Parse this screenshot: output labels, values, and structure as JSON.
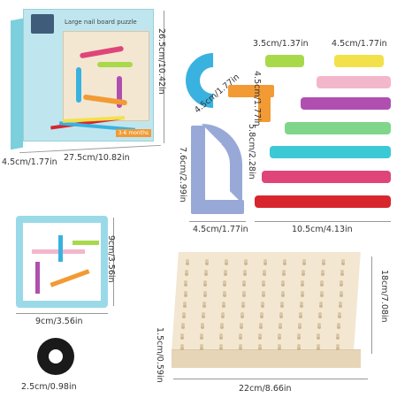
{
  "box": {
    "title": "Large nail board puzzle",
    "age_label": "3-6 months"
  },
  "dimensions": {
    "box_height": "26.5cm/10.42in",
    "box_depth": "4.5cm/1.77in",
    "box_width": "27.5cm/10.82in",
    "short_strip": "3.5cm/1.37in",
    "medium_strip": "4.5cm/1.77in",
    "arc_piece": "4.5cm/1.77in",
    "corner_piece": "4.5cm/1.77in",
    "bent_strip": "5.8cm/2.28in",
    "long_arc_height": "7.6cm/2.99in",
    "l_piece_width": "4.5cm/1.77in",
    "long_strip": "10.5cm/4.13in",
    "small_board_height": "9cm/3.56in",
    "small_board_width": "9cm/3.56in",
    "band_size": "2.5cm/0.98in",
    "board_height": "18cm/7.08in",
    "board_thickness": "1.5cm/0.59in",
    "board_width": "22cm/8.66in"
  },
  "colors": {
    "box_blue": "#bfe6ee",
    "board_wood": "#f3e7d2",
    "strip_lime": "#a8d94a",
    "strip_yellow": "#f2e14a",
    "strip_pink": "#f3b7cc",
    "strip_purple": "#b04fb0",
    "strip_green": "#7fd68a",
    "strip_cyan": "#3cc9d6",
    "strip_magenta": "#e0457a",
    "strip_red": "#d8262e",
    "arc_blue": "#39b2e0",
    "corner_orange": "#f29a34",
    "lpiece_lavender": "#98a9d8"
  }
}
